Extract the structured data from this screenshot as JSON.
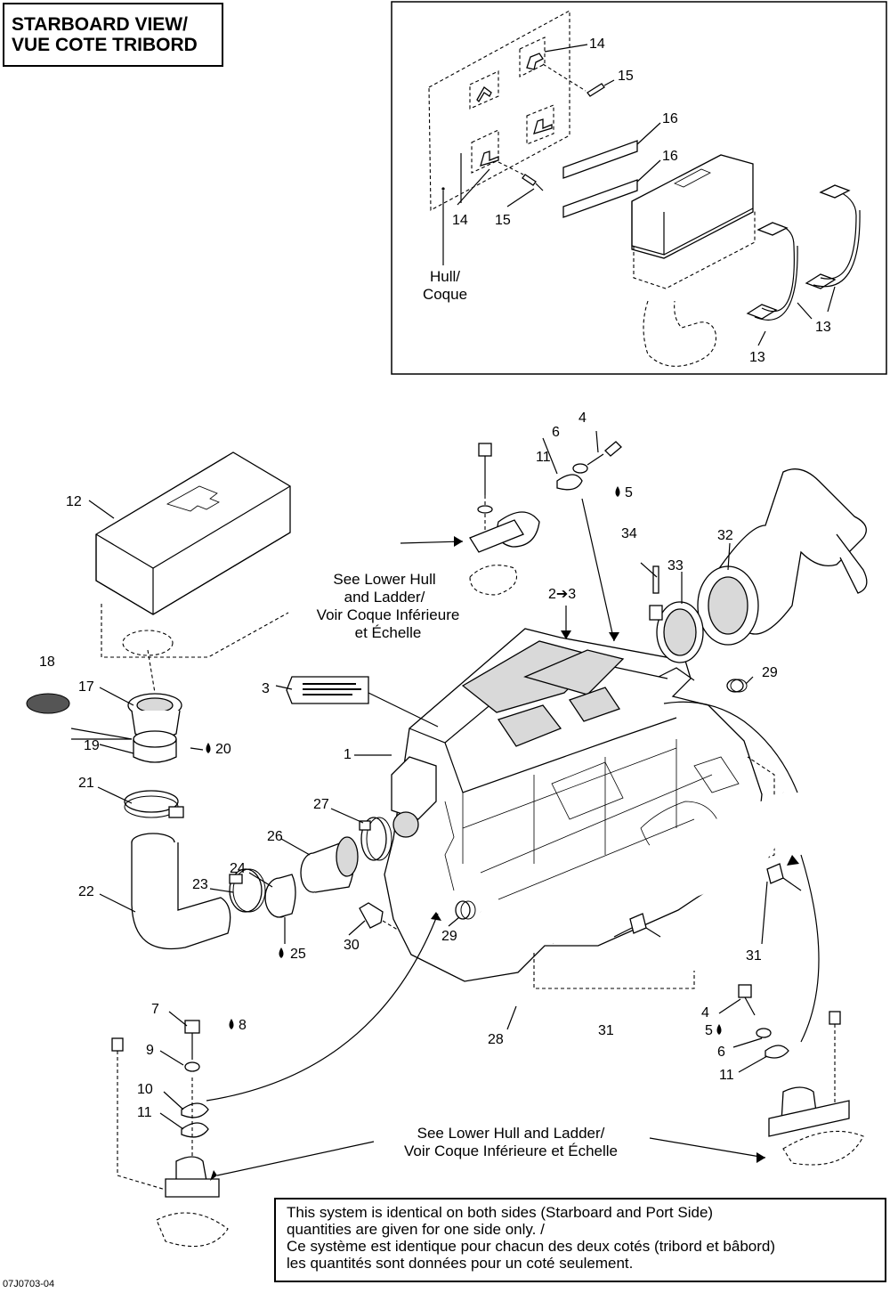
{
  "title": {
    "line1": "STARBOARD VIEW/",
    "line2": "VUE COTE TRIBORD"
  },
  "figure_code": "07J0703-04",
  "note": {
    "line1": "This system is identical on both sides (Starboard and Port Side)",
    "line2": "quantities are given for one side only. /",
    "line3": "Ce système est identique pour chacun des deux cotés (tribord et bâbord)",
    "line4": "les quantités sont données pour un coté seulement."
  },
  "inset": {
    "hull_label_1": "Hull/",
    "hull_label_2": "Coque",
    "callouts": {
      "c14a": "14",
      "c15a": "15",
      "c16a": "16",
      "c16b": "16",
      "c14b": "14",
      "c15b": "15",
      "c13a": "13",
      "c13b": "13"
    }
  },
  "references": {
    "upper_1": "See Lower Hull",
    "upper_2": "and Ladder/",
    "upper_3": "Voir Coque Inférieure",
    "upper_4": "et Échelle",
    "lower_1": "See Lower Hull and Ladder/",
    "lower_2": "Voir Coque Inférieure et Échelle"
  },
  "callouts": {
    "c1": "1",
    "c2to3": "2➔3",
    "c3": "3",
    "c4a": "4",
    "c5a": "5",
    "c6a": "6",
    "c11a": "11",
    "c12": "12",
    "c17": "17",
    "c18": "18",
    "c19": "19",
    "c20": "20",
    "c21": "21",
    "c22": "22",
    "c23": "23",
    "c24": "24",
    "c25": "25",
    "c26": "26",
    "c27": "27",
    "c29a": "29",
    "c29b": "29",
    "c28": "28",
    "c30": "30",
    "c31a": "31",
    "c31b": "31",
    "c32": "32",
    "c33": "33",
    "c34": "34",
    "c7": "7",
    "c8": "8",
    "c9": "9",
    "c10": "10",
    "c11b": "11",
    "c4b": "4",
    "c5b": "5",
    "c6b": "6",
    "c11c": "11"
  }
}
